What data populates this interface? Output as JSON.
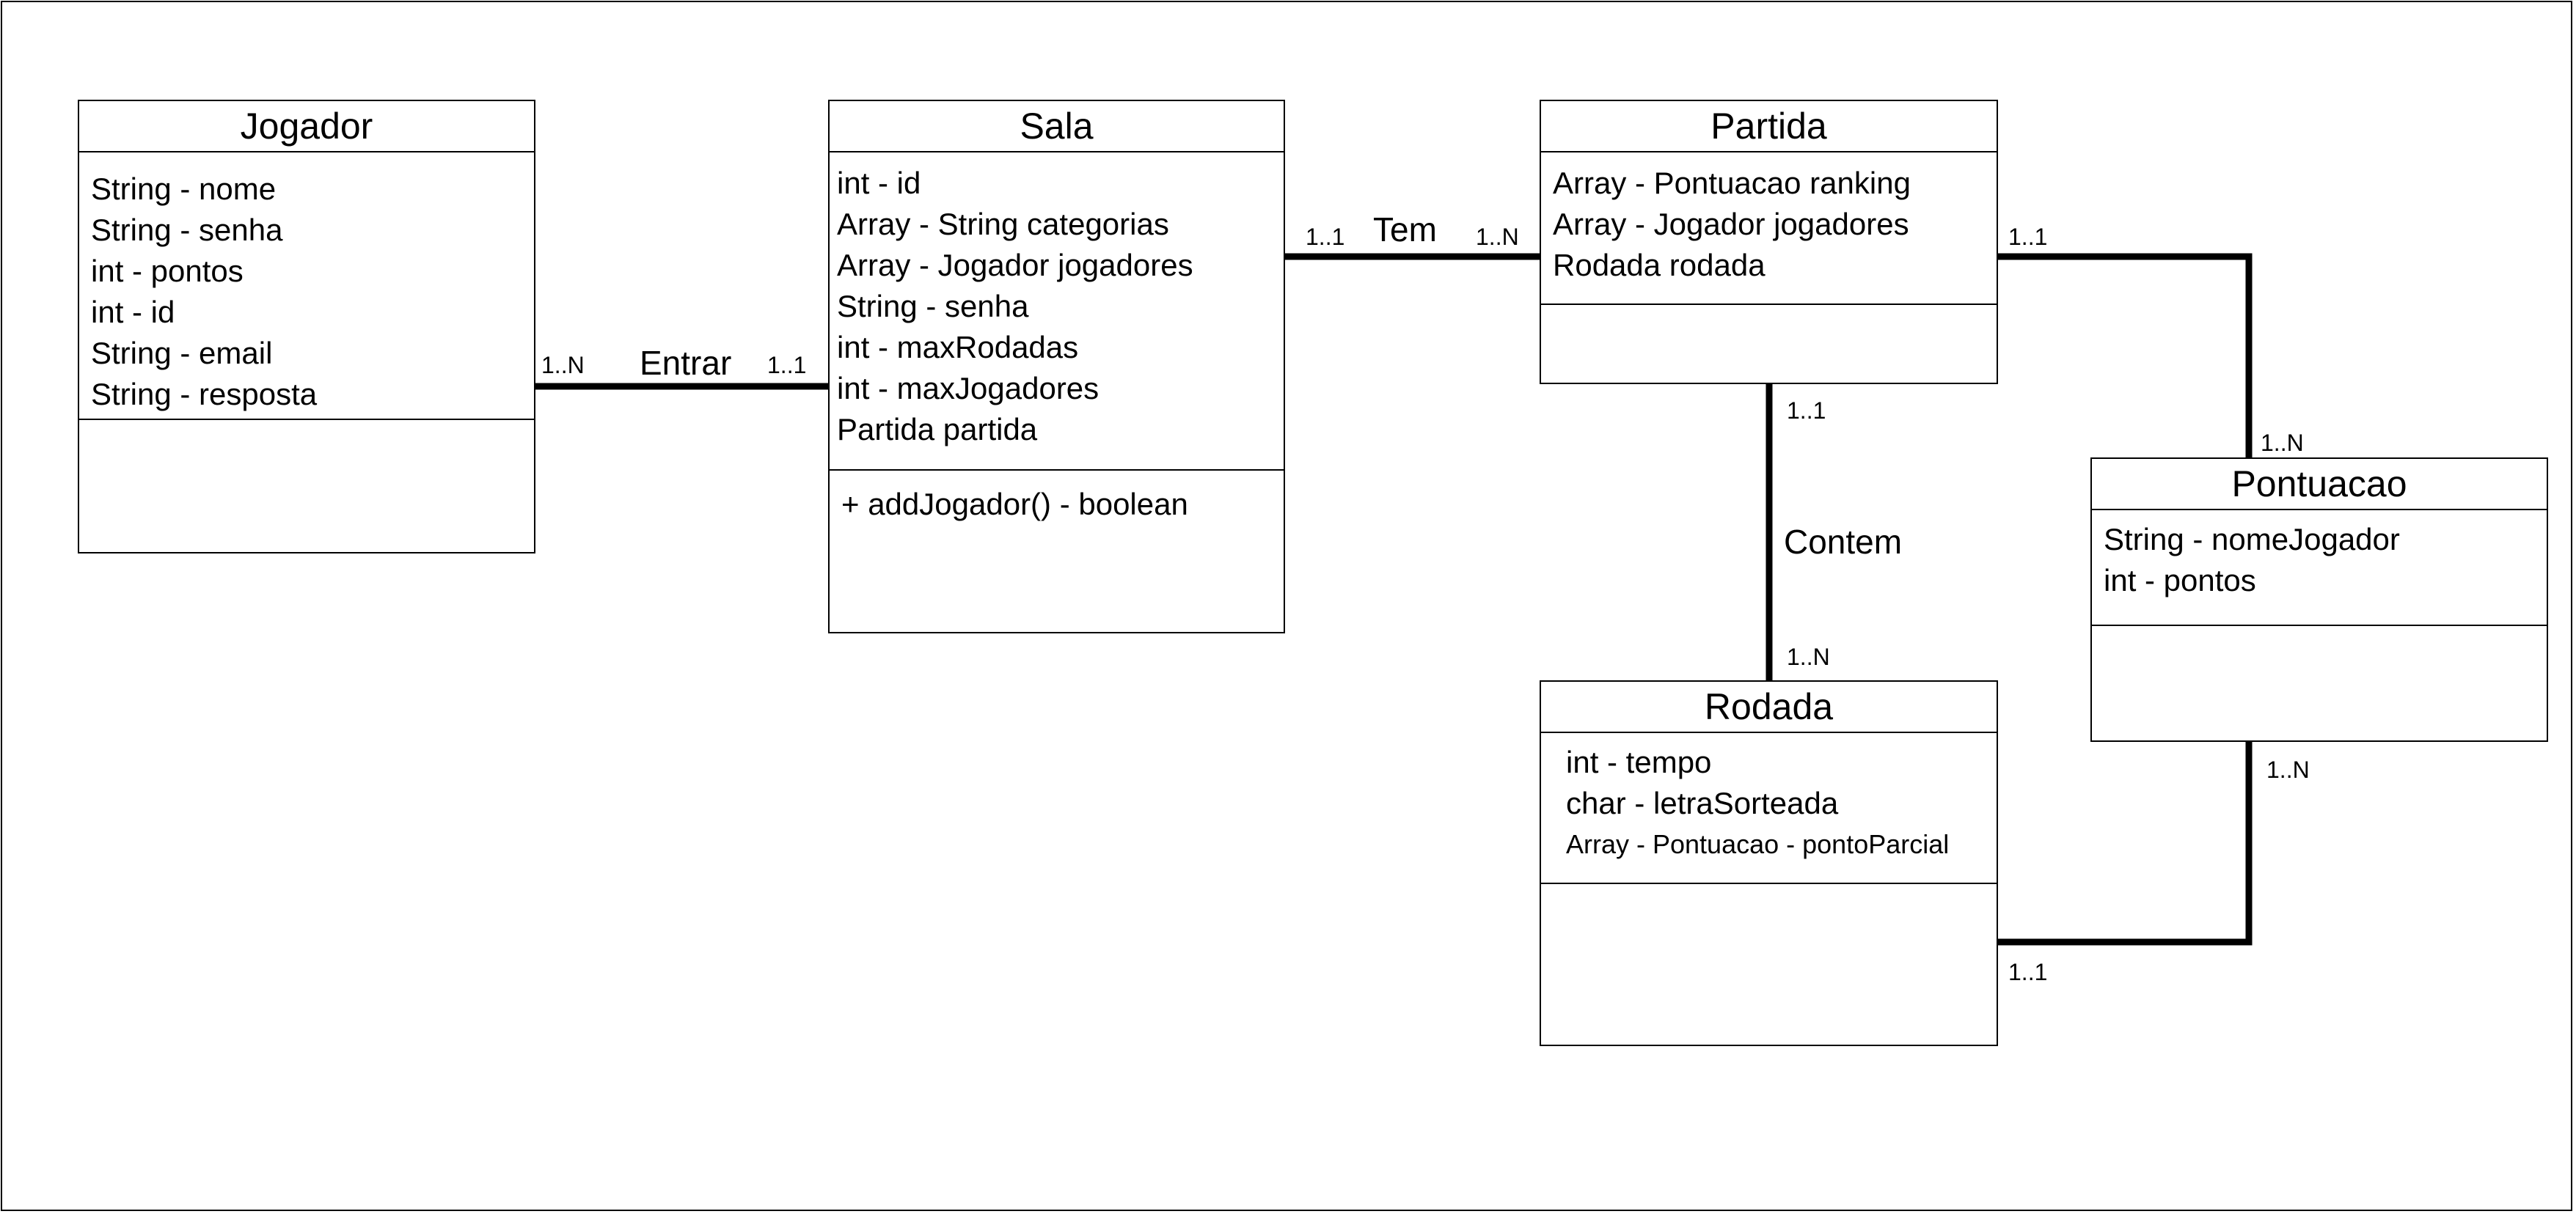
{
  "classes": {
    "jogador": {
      "name": "Jogador",
      "attributes": [
        "String - nome",
        "String - senha",
        "int - pontos",
        "int - id",
        "String - email",
        "String - resposta"
      ],
      "operations": []
    },
    "sala": {
      "name": "Sala",
      "attributes": [
        "int - id",
        "Array - String categorias",
        "Array - Jogador jogadores",
        "String - senha",
        "int - maxRodadas",
        "int - maxJogadores",
        "Partida partida"
      ],
      "operations": [
        "+ addJogador() - boolean"
      ]
    },
    "partida": {
      "name": "Partida",
      "attributes": [
        "Array - Pontuacao ranking",
        "Array - Jogador jogadores",
        "Rodada rodada"
      ],
      "operations": []
    },
    "pontuacao": {
      "name": "Pontuacao",
      "attributes": [
        "String - nomeJogador",
        "int - pontos"
      ],
      "operations": []
    },
    "rodada": {
      "name": "Rodada",
      "attributes": [
        "int - tempo",
        "char - letraSorteada",
        "Array - Pontuacao - pontoParcial"
      ],
      "operations": []
    }
  },
  "associations": {
    "entrar": {
      "label": "Entrar",
      "from_mult": "1..N",
      "to_mult": "1..1"
    },
    "tem": {
      "label": "Tem",
      "from_mult": "1..1",
      "to_mult": "1..N"
    },
    "contem": {
      "label": "Contem",
      "from_mult": "1..1",
      "to_mult": "1..N"
    },
    "partida_pontuacao": {
      "from_mult": "1..1",
      "to_mult": "1..N"
    },
    "rodada_pontuacao": {
      "from_mult": "1..1",
      "to_mult": "1..N"
    }
  }
}
